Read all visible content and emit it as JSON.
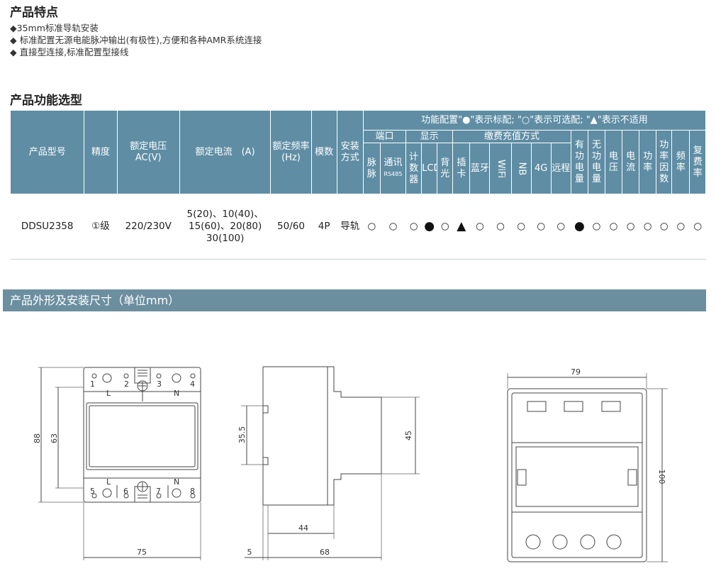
{
  "features": {
    "title": "产品特点",
    "items": [
      "◆35mm标准导轨安装",
      "◆ 标准配置无源电能脉冲输出(有极性),方便和各种AMR系统连接",
      "◆ 直接型连接,标准配置型接线"
    ]
  },
  "selection": {
    "title": "产品功能选型",
    "headers": {
      "model": "产品型号",
      "accuracy": "精度",
      "voltage": "额定电压AC(V)",
      "current": "额定电流　(A)",
      "frequency": "额定频率(Hz)",
      "modules": "模数",
      "mounting": "安装方式",
      "config_legend": "功能配置\"●\"表示标配; \"○\"表示可选配; \"▲\"表示不适用",
      "port": "端口",
      "display": "显示",
      "recharge": "缴费充值方式",
      "active_energy": "有功电量",
      "reactive_energy": "无功电量",
      "volt": "电压",
      "curr": "电流",
      "power": "功率",
      "power_factor": "功率因数",
      "freq": "频率",
      "rate": "复费率",
      "pulse": "脉脉",
      "comm": "通讯",
      "rs485": "RS485",
      "counter": "计数器",
      "lcd": "LCD",
      "backlight": "背光",
      "card": "插卡",
      "bluetooth": "蓝牙",
      "wifi": "WiFi",
      "nb": "NB",
      "g4": "4G",
      "remote": "远程"
    },
    "row": {
      "model": "DDSU2358",
      "accuracy": "①级",
      "voltage": "220/230V",
      "current": "5(20)、10(40)、15(60)、20(80) 30(100)",
      "frequency": "50/60",
      "modules": "4P",
      "mounting": "导轨",
      "symbols": [
        "○",
        "○",
        "○",
        "●",
        "○",
        "▲",
        "○",
        "○",
        "○",
        "○",
        "○",
        "●",
        "○",
        "○",
        "○",
        "○",
        "○",
        "○",
        "○"
      ]
    }
  },
  "dimensions": {
    "title": "产品外形及安装尺寸（单位mm）",
    "front": {
      "height": "88",
      "window_height": "63",
      "width": "75",
      "terminals_top": [
        "1",
        "2",
        "3",
        "4"
      ],
      "terminals_bottom": [
        "5",
        "6",
        "7",
        "8"
      ],
      "label_l": "L",
      "label_n": "N"
    },
    "side": {
      "rail_height": "35.5",
      "body_height": "45",
      "depth_inner": "44",
      "rail_width": "5",
      "depth_total": "68"
    },
    "back": {
      "width": "79",
      "height": "100"
    }
  }
}
